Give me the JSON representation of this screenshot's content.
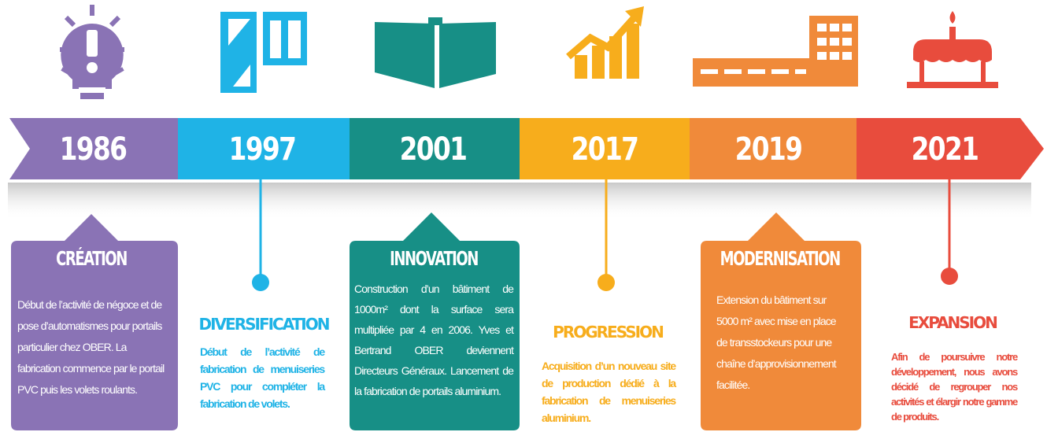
{
  "colors": {
    "purple": "#8a73b5",
    "blue": "#1fb3e6",
    "teal": "#178f86",
    "yellow": "#f7ad1c",
    "orange": "#f08a3a",
    "red": "#e84c3d",
    "shadow": "#d6d6d6"
  },
  "milestones": [
    {
      "year": "1986",
      "color": "purple",
      "icon": "lightbulb-icon",
      "title": "CRÉATION",
      "text": "Début de l’activité de négoce et de pose d’automatismes pour portails particulier chez OBER. La fabrication commence par le portail PVC puis les volets roulants."
    },
    {
      "year": "1997",
      "color": "blue",
      "icon": "window-icon",
      "title": "DIVERSIFICATION",
      "text": "Début de l’activité de fabrication de menuiseries PVC pour compléter la fabrication de volets."
    },
    {
      "year": "2001",
      "color": "teal",
      "icon": "gate-icon",
      "title": "INNOVATION",
      "text": "Construction d’un bâtiment de 1000m² dont la surface sera multipliée par 4 en 2006. Yves et Bertrand OBER deviennent Directeurs Généraux. Lancement de la fabrication de portails aluminium."
    },
    {
      "year": "2017",
      "color": "yellow",
      "icon": "growth-chart-icon",
      "title": "PROGRESSION",
      "text": "Acquisition d’un nouveau site de production dédié à la fabrication de menuiseries aluminium."
    },
    {
      "year": "2019",
      "color": "orange",
      "icon": "factory-icon",
      "title": "MODERNISATION",
      "text": "Extension du bâtiment sur 5000 m² avec mise en place de transstockeurs pour une chaîne d’approvisionnement facilitée."
    },
    {
      "year": "2021",
      "color": "red",
      "icon": "birthday-cake-icon",
      "title": "EXPANSION",
      "text": "Afin de poursuivre notre développement, nous avons décidé de regrouper nos activités et élargir notre gamme de produits."
    }
  ]
}
